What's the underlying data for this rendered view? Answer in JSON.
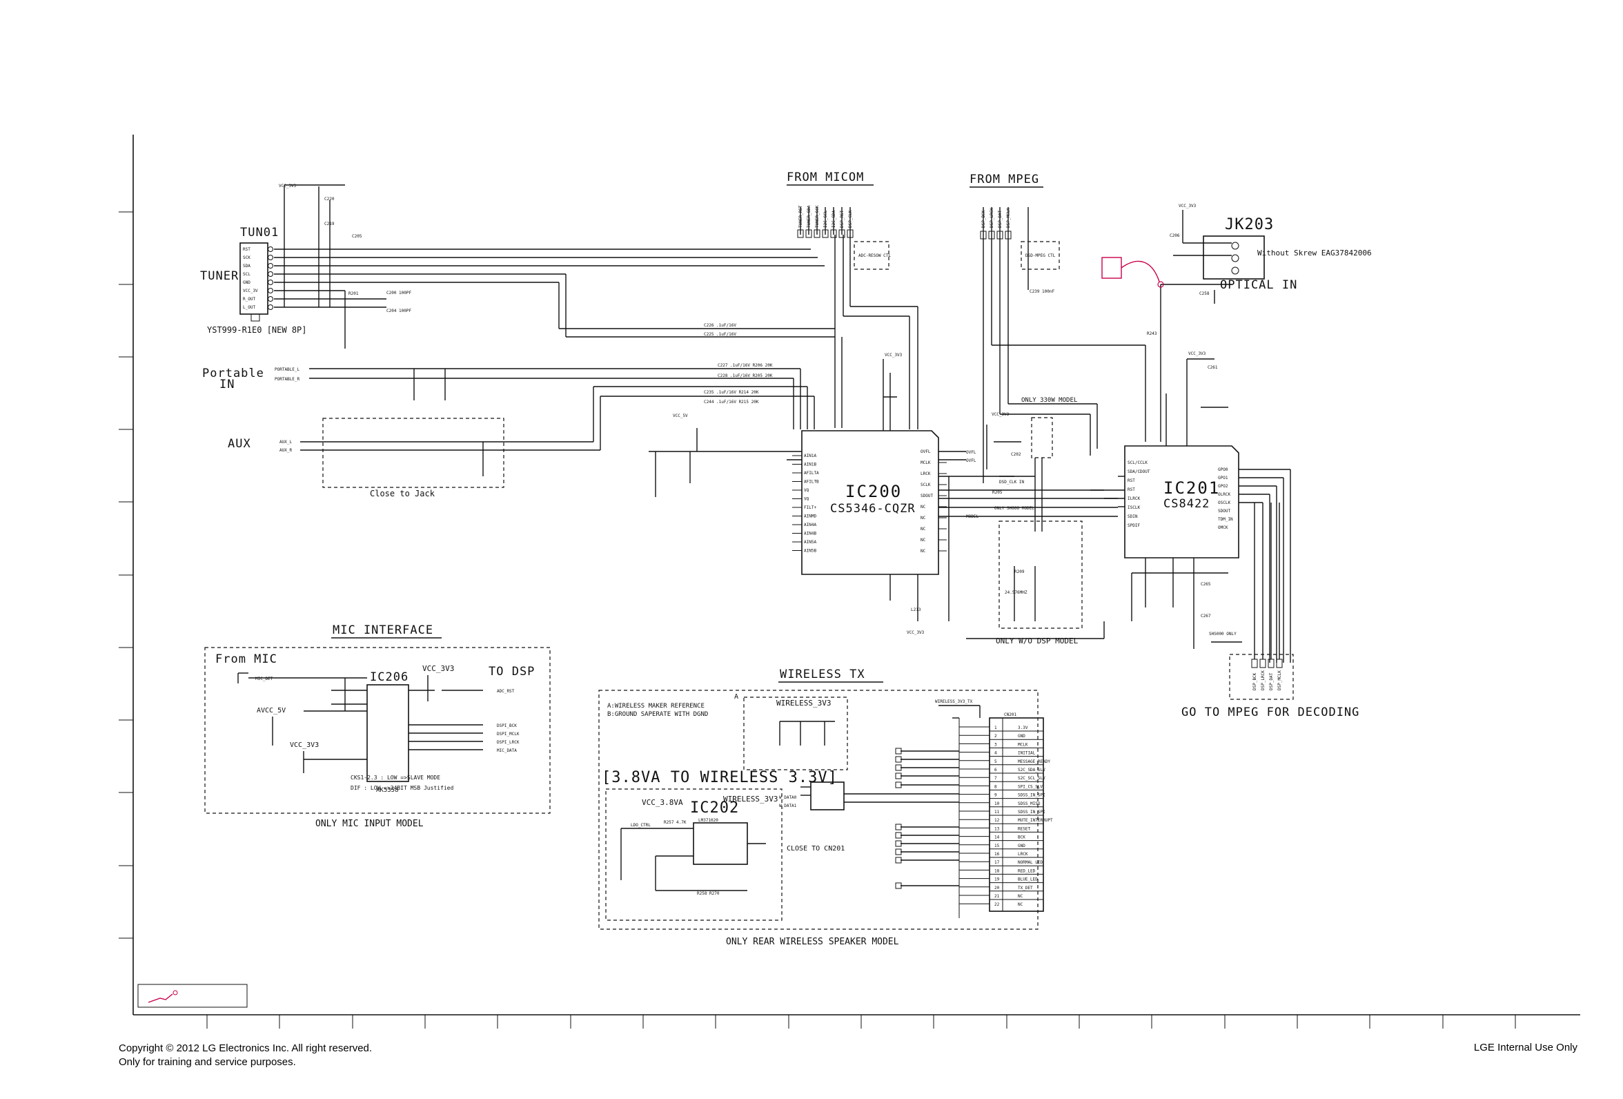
{
  "labels": {
    "from_micom": "FROM MICOM",
    "from_mpeg": "FROM MPEG",
    "tun01": "TUN01",
    "tuner": "TUNER",
    "tuner_part": "YST999-R1E0 [NEW 8P]",
    "portable": "Portable",
    "portable_in": "IN",
    "aux": "AUX",
    "close_to_jack": "Close to Jack",
    "ic200_name": "IC200",
    "ic200_part": "CS5346-CQZR",
    "ic201_name": "IC201",
    "ic201_part": "CS8422",
    "jk203": "JK203",
    "jk203_note": "Without Skrew EAG37842006",
    "optical_in": "OPTICAL IN",
    "only_330w": "ONLY 330W MODEL",
    "only_wo_dsp": "ONLY W/O DSP MODEL",
    "go_to_mpeg": "GO TO MPEG FOR DECODING",
    "mic_interface": "MIC INTERFACE",
    "from_mic": "From MIC",
    "ic206": "IC206",
    "ak5358": "AK5358",
    "vcc_3v3": "VCC_3V3",
    "avcc_5v": "AVCC_5V",
    "to_dsp": "TO DSP",
    "cks_note": "CKS1-2.3 : LOW =>SLAVE MODE",
    "dif_note": "DIF      : LOW =>24BIT MSB Justified",
    "only_mic": "ONLY MIC INPUT MODEL",
    "wireless_tx": "WIRELESS TX",
    "wireless_note_a": "A:WIRELESS MAKER REFERENCE",
    "wireless_note_b": "B:GROUND SAPERATE WITH DGND",
    "wireless_3v3": "WIRELESS_3V3",
    "wireless_3v3_b": "WIRELESS_3V3",
    "va_to_wireless": "[3.8VA TO WIRELESS 3.3V]",
    "vcc_38va": "VCC_3.8VA",
    "ic202": "IC202",
    "close_cn201": "CLOSE TO CN201",
    "only_rear": "ONLY REAR WIRELESS SPEAKER MODEL"
  },
  "footer": {
    "copyright_line1": "Copyright © 2012 LG Electronics Inc. All right reserved.",
    "copyright_line2": "Only for training and service purposes.",
    "internal": "LGE Internal Use Only"
  },
  "cn201_pins": [
    {
      "num": "1",
      "name": "3.3V"
    },
    {
      "num": "2",
      "name": "GND"
    },
    {
      "num": "3",
      "name": "MCLK"
    },
    {
      "num": "4",
      "name": "INITIAL"
    },
    {
      "num": "5",
      "name": "MESSAGE_READY"
    },
    {
      "num": "6",
      "name": "S2C_SDA_SLV"
    },
    {
      "num": "7",
      "name": "S2C_SCL_SLV"
    },
    {
      "num": "8",
      "name": "SPI_CS_SLV"
    },
    {
      "num": "9",
      "name": "SDSS_IN_SPI"
    },
    {
      "num": "10",
      "name": "SDSS_MISO"
    },
    {
      "num": "11",
      "name": "SDSS_IN_SPI"
    },
    {
      "num": "12",
      "name": "MUTE_INTERRUPT"
    },
    {
      "num": "13",
      "name": "RESET"
    },
    {
      "num": "14",
      "name": "BCK"
    },
    {
      "num": "15",
      "name": "GND"
    },
    {
      "num": "16",
      "name": "LRCK"
    },
    {
      "num": "17",
      "name": "NORMAL LED"
    },
    {
      "num": "18",
      "name": "RED_LED"
    },
    {
      "num": "19",
      "name": "BLUE_LED"
    },
    {
      "num": "20",
      "name": "TX_DET"
    },
    {
      "num": "21",
      "name": "NC"
    },
    {
      "num": "22",
      "name": "NC"
    }
  ],
  "tuner_pins": [
    "RST",
    "SCK",
    "SDA",
    "SCL",
    "GND",
    "VCC_3V",
    "R_OUT",
    "L_OUT"
  ],
  "ic200_left": [
    "AIN1A",
    "AIN1B",
    "AFILTA",
    "AFILTB",
    "VQ",
    "VQ",
    "FILT+",
    "AINMD",
    "AIN4A",
    "AIN4B",
    "AIN5A",
    "AIN5B"
  ],
  "ic200_right": [
    "OVFL",
    "MCLK",
    "LRCK",
    "SCLK",
    "SDOUT",
    "NC",
    "NC",
    "NC",
    "NC",
    "NC"
  ],
  "ic201_right": [
    "GPO0",
    "GPO1",
    "GPO2",
    "OLRCK",
    "OSCLK",
    "SDOUT",
    "TDM_IN",
    "OMCK"
  ],
  "ic201_left": [
    "SCL/CCLK",
    "SDA/CDOUT",
    "RST",
    "RST",
    "ILRCK",
    "ISCLK",
    "SDIN",
    "SPDIF"
  ],
  "micom_nets": [
    "TUNER_RST",
    "TUNER_SDA",
    "TUNER_SCK",
    "I2C_SCL",
    "I2C_SDA",
    "DSP_RST",
    "DSP_CLK"
  ],
  "mpeg_nets": [
    "DSP_BCK",
    "DSP_LRCK",
    "DSP_DAT",
    "DSP_MCLK"
  ],
  "mpeg_out_nets": [
    "DSP_BCK",
    "DSP_LRCK",
    "DSP_DAT",
    "DSP_MCLK"
  ]
}
